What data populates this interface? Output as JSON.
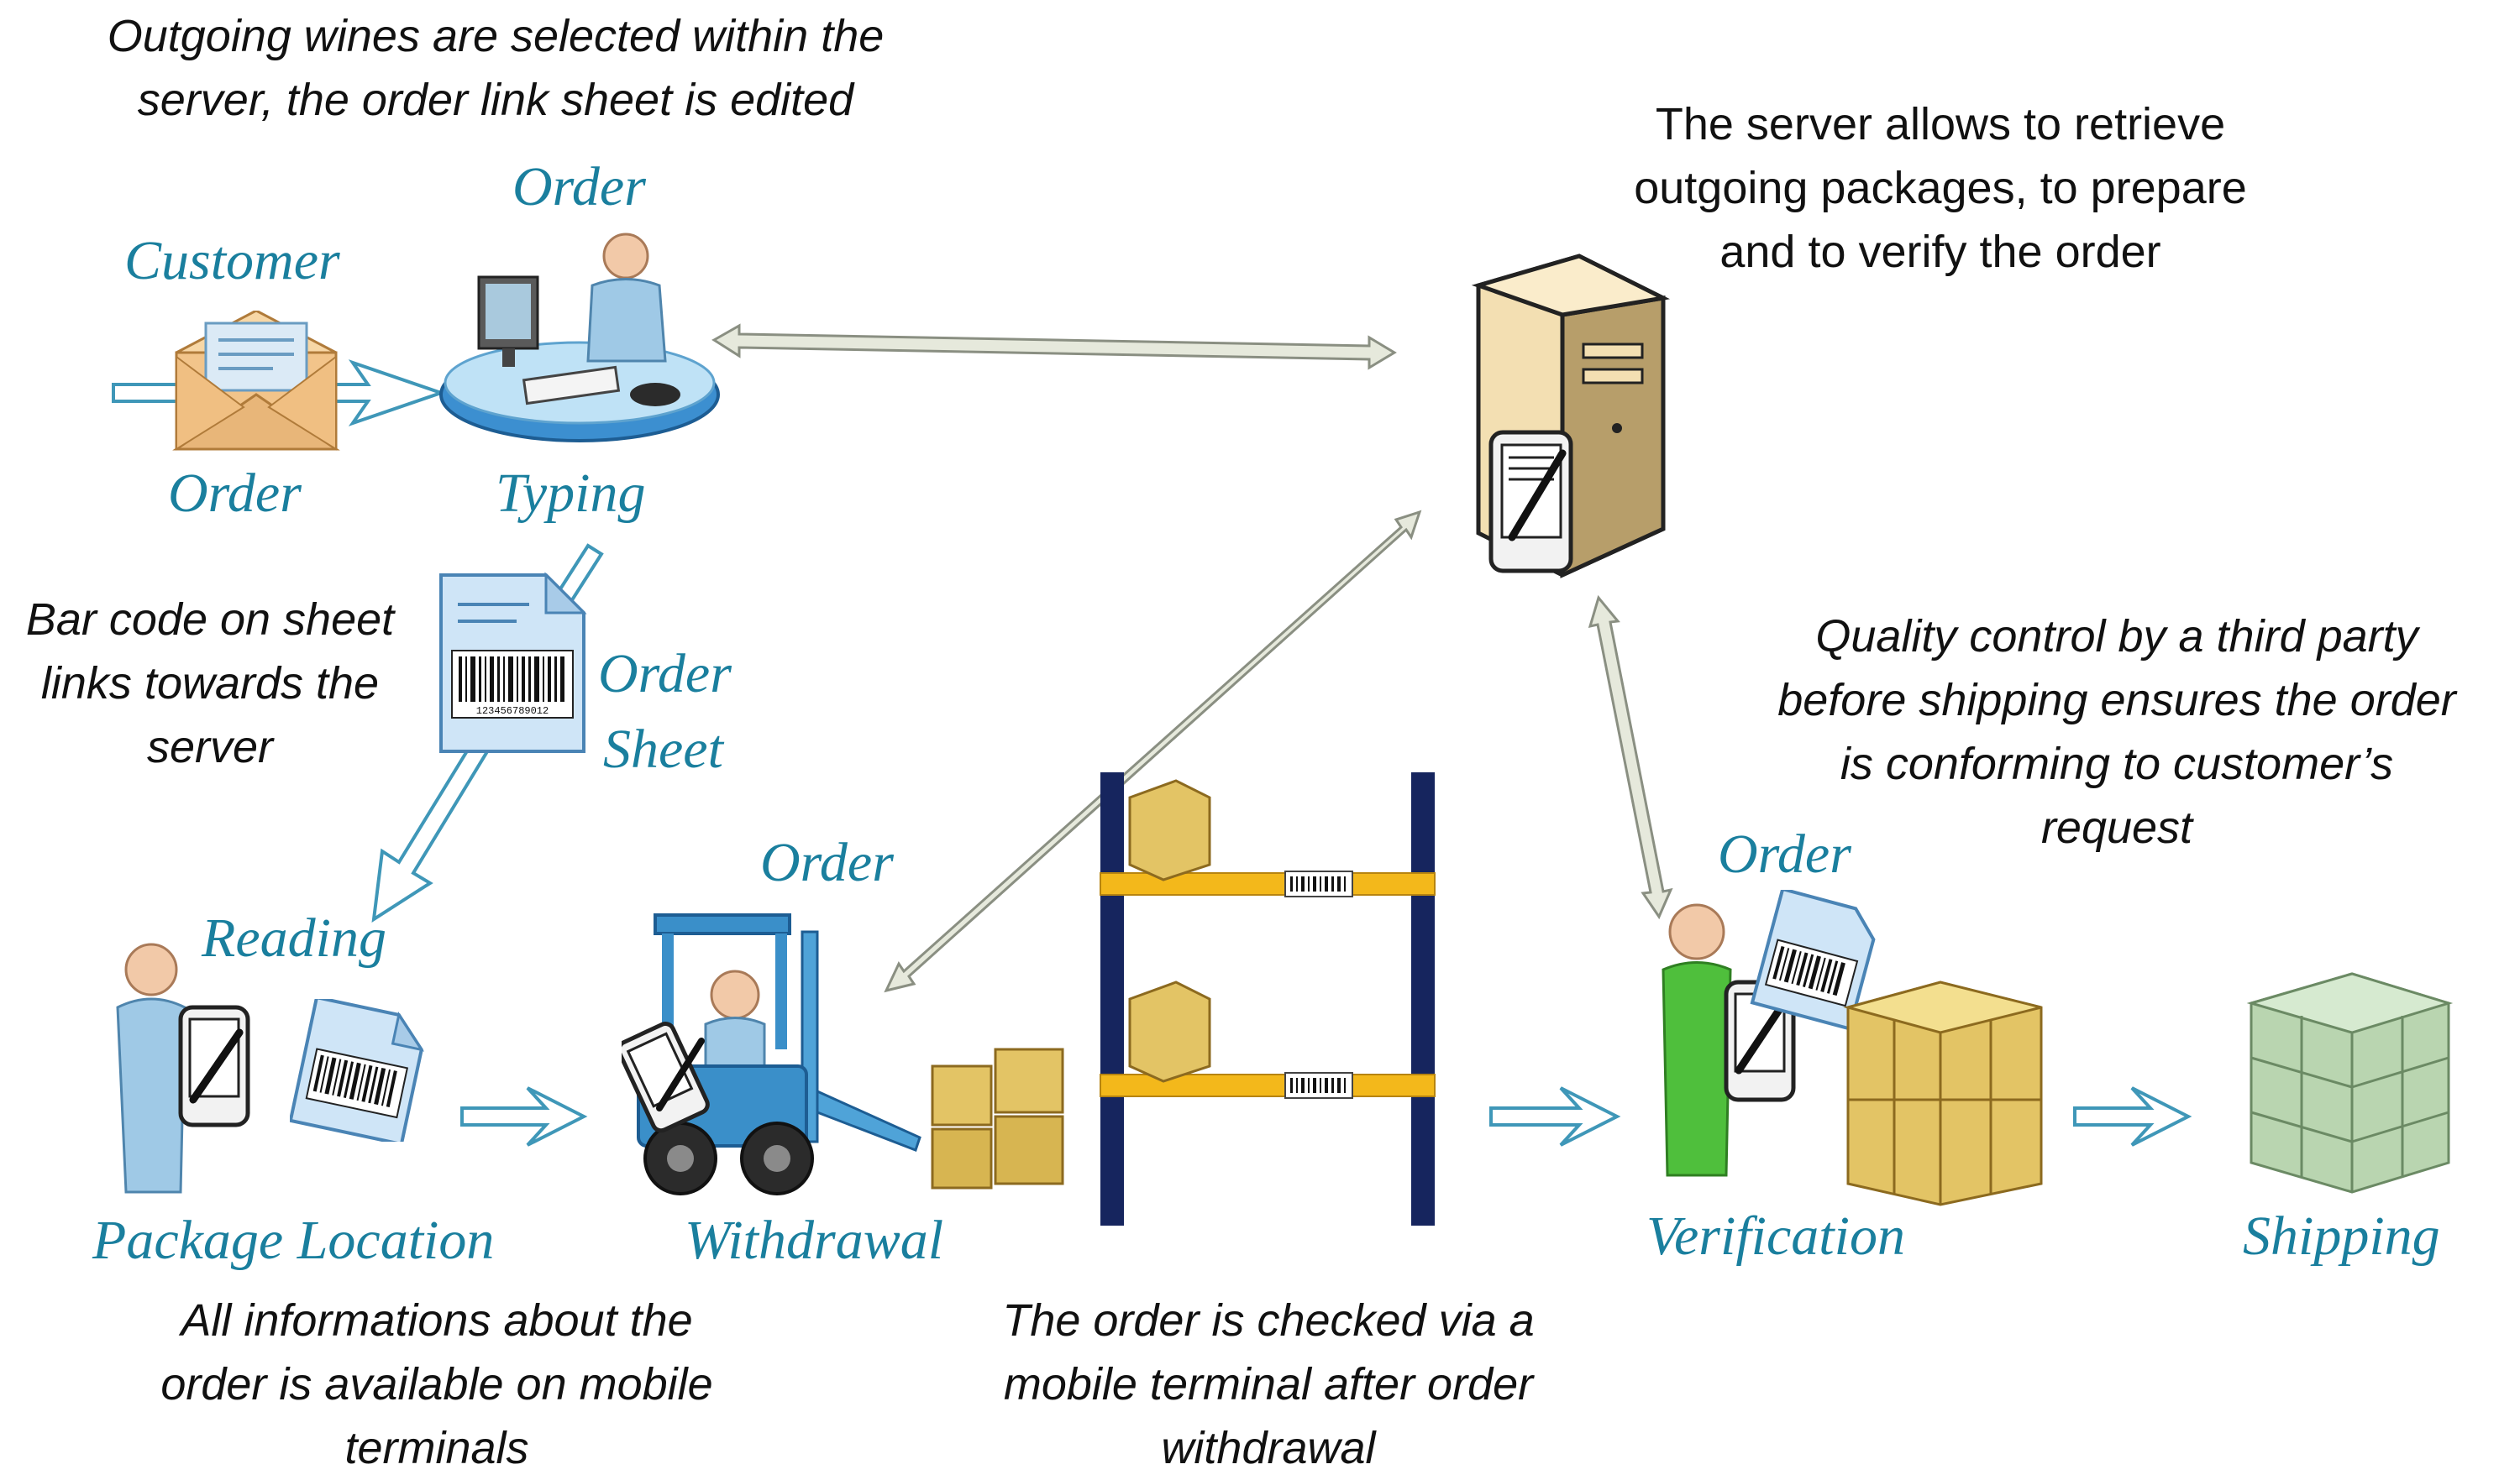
{
  "colors": {
    "label": "#1a7f9e",
    "text": "#111111",
    "arrow_outline": "#3f97b8",
    "connector_fill": "#e6e9dc",
    "connector_stroke": "#8a8f82",
    "rack_post": "#16255e",
    "rack_beam": "#f3b81b",
    "box": "#e3c465",
    "person_blue": "#9fc9e6",
    "person_green": "#4fbf3c"
  },
  "icons": [
    "envelope-icon",
    "typing-desk-icon",
    "order-sheet-icon",
    "server-icon",
    "reader-person-icon",
    "forklift-icon",
    "storage-rack-icon",
    "verification-person-icon",
    "pallet-icon"
  ],
  "notes": {
    "top_left": [
      "Outgoing wines are selected within the",
      "server, the order link sheet is edited"
    ],
    "server": [
      "The server allows to retrieve",
      "outgoing packages, to prepare",
      "and to verify the order"
    ],
    "barcode": [
      "Bar code on sheet",
      "links towards the",
      "server"
    ],
    "quality": [
      "Quality control by a third party",
      "before shipping ensures  the order",
      "is conforming to customer’s",
      "request"
    ],
    "mobile_info": [
      "All informations about the",
      "order is available on mobile",
      "terminals"
    ],
    "checked": [
      "The order is checked via a",
      "mobile terminal after order",
      "withdrawal"
    ]
  },
  "labels": {
    "customer": "Customer",
    "customer_order": "Order",
    "order_typing_top": "Order",
    "order_typing_bottom": "Typing",
    "order_sheet_top": "Order",
    "order_sheet_bottom": "Sheet",
    "reading": "Reading",
    "package_location": "Package Location",
    "withdrawal_top": "Order",
    "withdrawal_bottom": "Withdrawal",
    "verification_top": "Order",
    "verification_bottom": "Verification",
    "shipping": "Shipping"
  },
  "barcode_number": "123456789012"
}
